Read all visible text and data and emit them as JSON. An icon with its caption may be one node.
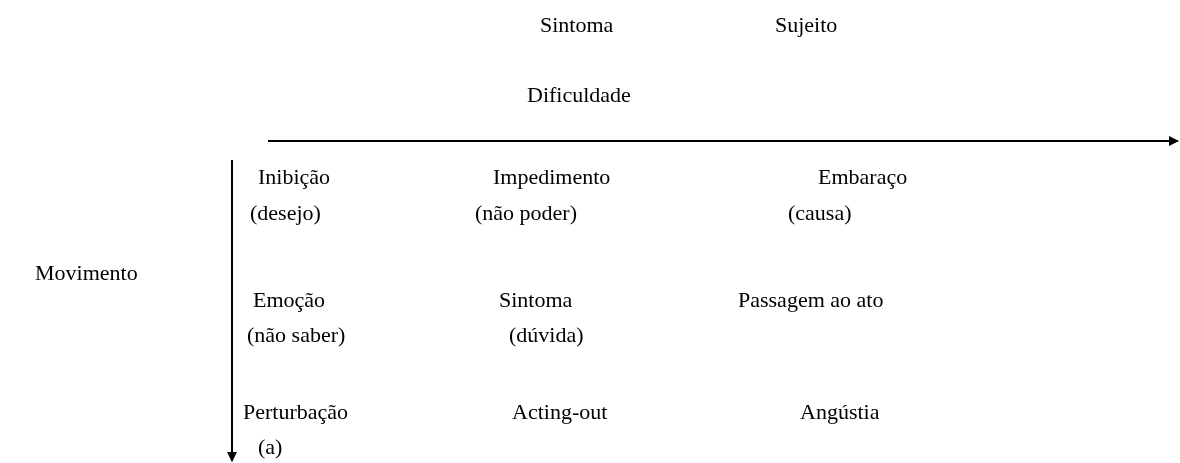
{
  "diagram": {
    "labels": [
      "Sintoma",
      "Sujeito",
      "Dificuldade",
      "Inibição",
      "Impedimento",
      "Embaraço",
      "(desejo)",
      "(não poder)",
      "(causa)",
      "Movimento",
      "Emoção",
      "Sintoma",
      "Passagem ao ato",
      "(não saber)",
      "(dúvida)",
      "Perturbação",
      "Acting-out",
      "Angústia",
      "(a)"
    ]
  }
}
